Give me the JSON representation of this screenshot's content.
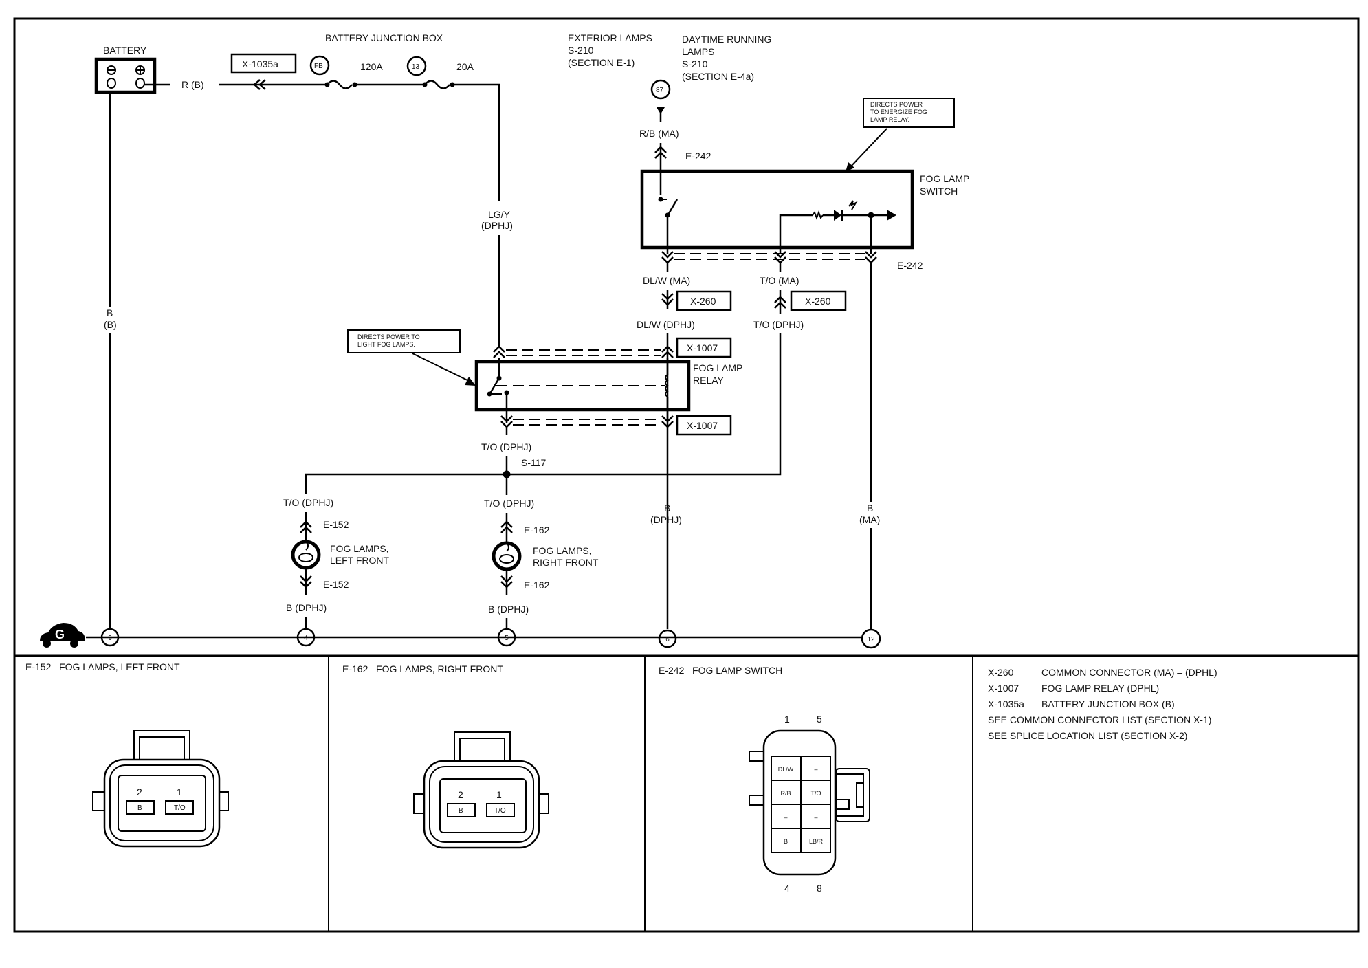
{
  "title": "Fog Lamps Wiring Diagram",
  "battery": {
    "label": "BATTERY",
    "wire": "R (B)",
    "ground_wire_1": "B",
    "ground_wire_2": "(B)"
  },
  "junction_box": {
    "label": "BATTERY JUNCTION BOX",
    "connector": "X-1035a",
    "fuse1_id": "FB",
    "fuse1_rating": "120A",
    "fuse2_id": "13",
    "fuse2_rating": "20A"
  },
  "lgy_wire": {
    "line1": "LG/Y",
    "line2": "(DPHJ)"
  },
  "exterior_ref": {
    "line1": "EXTERIOR LAMPS",
    "line2": "S-210",
    "line3": "(SECTION E-1)"
  },
  "drl_ref": {
    "line1": "DAYTIME RUNNING",
    "line2": "LAMPS",
    "line3": "S-210",
    "line4": "(SECTION E-4a)"
  },
  "ref_circle": "87",
  "switch": {
    "wire_in": "R/B (MA)",
    "connector_top": "E-242",
    "label1": "FOG LAMP",
    "label2": "SWITCH",
    "connector_bottom": "E-242",
    "note": [
      "DIRECTS POWER",
      "TO ENERGIZE FOG",
      "LAMP RELAY."
    ]
  },
  "mid_wires": {
    "dlw_ma": "DL/W (MA)",
    "to_ma": "T/O (MA)",
    "x260_a": "X-260",
    "x260_b": "X-260",
    "dlw_dphj": "DL/W (DPHJ)",
    "to_dphj": "T/O (DPHJ)"
  },
  "relay": {
    "label1": "FOG LAMP",
    "label2": "RELAY",
    "connector_top": "X-1007",
    "connector_bottom": "X-1007",
    "note": [
      "DIRECTS POWER TO",
      "LIGHT FOG LAMPS."
    ],
    "out_wire": "T/O (DPHJ)",
    "splice": "S-117"
  },
  "left_lamp": {
    "wire_in": "T/O (DPHJ)",
    "conn1": "E-152",
    "label1": "FOG LAMPS,",
    "label2": "LEFT FRONT",
    "conn2": "E-152",
    "wire_out": "B (DPHJ)"
  },
  "right_lamp": {
    "wire_in": "T/O (DPHJ)",
    "conn1": "E-162",
    "label1": "FOG LAMPS,",
    "label2": "RIGHT FRONT",
    "conn2": "E-162",
    "wire_out": "B (DPHJ)"
  },
  "ground_wires": {
    "sw6_1": "B",
    "sw6_2": "(DPHJ)",
    "sw12_1": "B",
    "sw12_2": "(MA)"
  },
  "ground": {
    "symbol": "G",
    "nodes": [
      "9",
      "4",
      "5",
      "6",
      "12"
    ]
  },
  "panels": {
    "e152": {
      "title": "E-152   FOG LAMPS, LEFT FRONT",
      "pins": [
        "2",
        "1"
      ],
      "wires": [
        "B",
        "T/O"
      ]
    },
    "e162": {
      "title": "E-162   FOG LAMPS, RIGHT FRONT",
      "pins": [
        "2",
        "1"
      ],
      "wires": [
        "B",
        "T/O"
      ]
    },
    "e242": {
      "title": "E-242   FOG LAMP SWITCH",
      "pin_top_left": "1",
      "pin_top_right": "5",
      "pin_bottom_left": "4",
      "pin_bottom_right": "8",
      "cells": [
        "DL/W",
        "–",
        "R/B",
        "T/O",
        "–",
        "–",
        "B",
        "LB/R"
      ]
    },
    "legend": [
      {
        "code": "X-260",
        "desc": "COMMON CONNECTOR (MA) – (DPHL)"
      },
      {
        "code": "X-1007",
        "desc": "FOG LAMP RELAY (DPHL)"
      },
      {
        "code": "X-1035a",
        "desc": "BATTERY JUNCTION BOX (B)"
      }
    ],
    "legend_notes": [
      "SEE COMMON CONNECTOR LIST (SECTION X-1)",
      "SEE SPLICE LOCATION LIST (SECTION X-2)"
    ]
  }
}
